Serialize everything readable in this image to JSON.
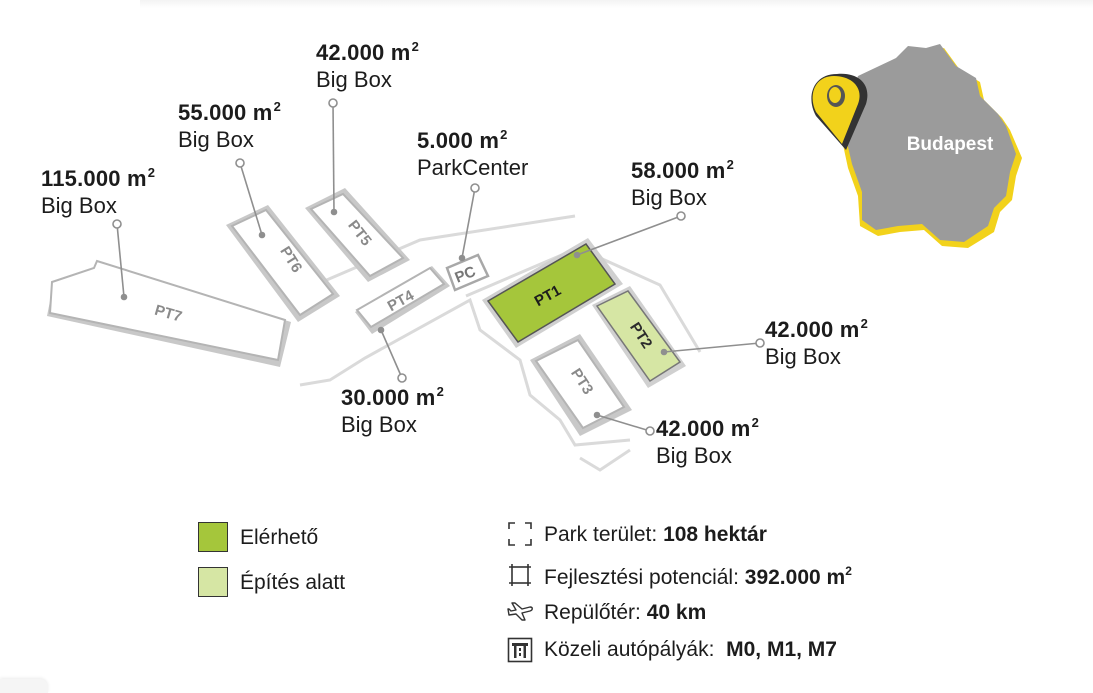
{
  "map": {
    "plots": [
      {
        "id": "PT1",
        "label": "PT1",
        "status": "available"
      },
      {
        "id": "PT2",
        "label": "PT2",
        "status": "under_construction"
      },
      {
        "id": "PT3",
        "label": "PT3",
        "status": "default"
      },
      {
        "id": "PT4",
        "label": "PT4",
        "status": "default"
      },
      {
        "id": "PT5",
        "label": "PT5",
        "status": "default"
      },
      {
        "id": "PT6",
        "label": "PT6",
        "status": "default"
      },
      {
        "id": "PT7",
        "label": "PT7",
        "status": "default"
      },
      {
        "id": "PC",
        "label": "PC",
        "status": "default"
      }
    ],
    "callouts": {
      "pt5": {
        "area": "42.000 m",
        "unit_sup": "2",
        "type": "Big Box"
      },
      "pt6": {
        "area": "55.000 m",
        "unit_sup": "2",
        "type": "Big Box"
      },
      "pt7": {
        "area": "115.000 m",
        "unit_sup": "2",
        "type": "Big Box"
      },
      "pc": {
        "area": "5.000 m",
        "unit_sup": "2",
        "type": "ParkCenter"
      },
      "pt1": {
        "area": "58.000 m",
        "unit_sup": "2",
        "type": "Big Box"
      },
      "pt2": {
        "area": "42.000 m",
        "unit_sup": "2",
        "type": "Big Box"
      },
      "pt4": {
        "area": "30.000 m",
        "unit_sup": "2",
        "type": "Big Box"
      },
      "pt3": {
        "area": "42.000 m",
        "unit_sup": "2",
        "type": "Big Box"
      }
    },
    "city_label": "Budapest"
  },
  "legend": {
    "available": {
      "label": "Elérhető",
      "color": "#a5c63b"
    },
    "under_construction": {
      "label": "Építés alatt",
      "color": "#d6e6a4"
    }
  },
  "stats": {
    "park_area": {
      "label": "Park terület: ",
      "value": "108 hektár",
      "icon": "area-corners-icon"
    },
    "potential": {
      "label": "Fejlesztési potenciál: ",
      "value": "392.000 m",
      "sup": "2",
      "icon": "development-area-icon"
    },
    "airport": {
      "label": "Repülőtér: ",
      "value": "40 km",
      "icon": "airplane-icon"
    },
    "motorways": {
      "label": "Közeli autópályák:  ",
      "value": "M0, M1, M7",
      "icon": "motorway-icon"
    }
  },
  "colors": {
    "plot_fill": "#ffffff",
    "plot_border": "#b4b4b4",
    "road": "#d6d6d6",
    "label_grey": "#8a8a8a",
    "budapest_fill": "#9b9b9b",
    "budapest_edge": "#f2d21b",
    "pin": "#f2d21b"
  }
}
